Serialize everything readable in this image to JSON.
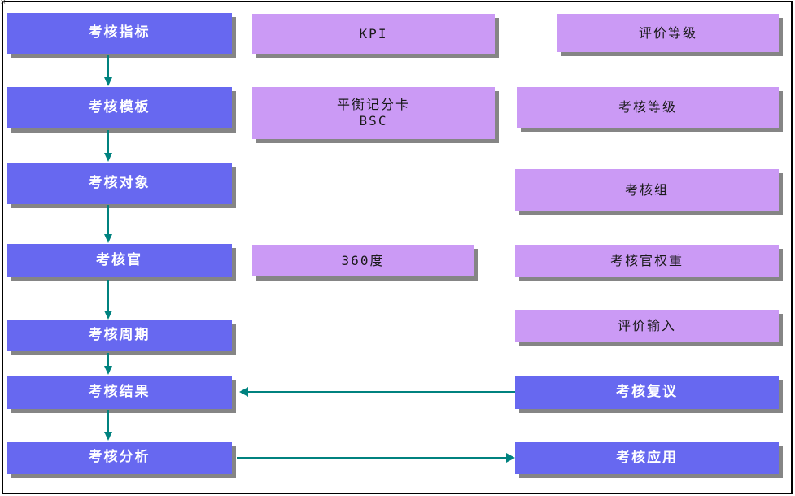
{
  "diagram": {
    "flow_nodes": [
      {
        "label": "考核指标"
      },
      {
        "label": "考核模板"
      },
      {
        "label": "考核对象"
      },
      {
        "label": "考核官"
      },
      {
        "label": "考核周期"
      },
      {
        "label": "考核结果"
      },
      {
        "label": "考核分析"
      }
    ],
    "method_nodes": [
      {
        "label": "KPI"
      },
      {
        "line1": "平衡记分卡",
        "line2": "BSC"
      },
      {
        "label": "360度"
      }
    ],
    "config_nodes": [
      {
        "label": "评价等级"
      },
      {
        "label": "考核等级"
      },
      {
        "label": "考核组"
      },
      {
        "label": "考核官权重"
      },
      {
        "label": "评价输入"
      }
    ],
    "action_nodes": [
      {
        "label": "考核复议"
      },
      {
        "label": "考核应用"
      }
    ],
    "edges": [
      {
        "from": "考核指标",
        "to": "考核模板",
        "direction": "down"
      },
      {
        "from": "考核模板",
        "to": "考核对象",
        "direction": "down"
      },
      {
        "from": "考核对象",
        "to": "考核官",
        "direction": "down"
      },
      {
        "from": "考核官",
        "to": "考核周期",
        "direction": "down"
      },
      {
        "from": "考核周期",
        "to": "考核结果",
        "direction": "down"
      },
      {
        "from": "考核结果",
        "to": "考核分析",
        "direction": "down"
      },
      {
        "from": "考核复议",
        "to": "考核结果",
        "direction": "left"
      },
      {
        "from": "考核分析",
        "to": "考核应用",
        "direction": "right"
      }
    ],
    "colors": {
      "primary_box": "#6768F0",
      "secondary_box": "#CB9AF5",
      "arrow": "#00827F",
      "shadow": "#858585",
      "frame": "#000000"
    }
  }
}
